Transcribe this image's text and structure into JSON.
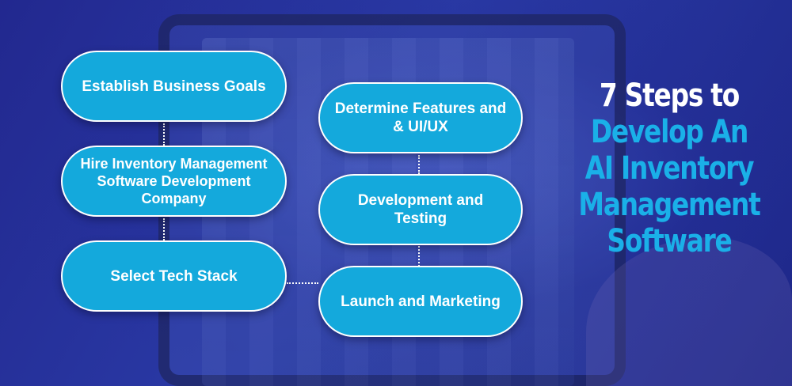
{
  "steps": [
    {
      "label": "Establish Business Goals"
    },
    {
      "label": "Hire Inventory Management Software Development Company"
    },
    {
      "label": "Select Tech Stack"
    },
    {
      "label": "Determine Features and & UI/UX"
    },
    {
      "label": "Development and Testing"
    },
    {
      "label": "Launch and Marketing"
    }
  ],
  "heading": {
    "line1": "7 Steps to",
    "line2": "Develop An",
    "line3": "AI Inventory",
    "line4": "Management",
    "line5": "Software"
  },
  "colors": {
    "background": "#1f2a8a",
    "step_fill": "#14a9dc",
    "heading_white": "#ffffff",
    "heading_blue": "#1ab0e8"
  }
}
